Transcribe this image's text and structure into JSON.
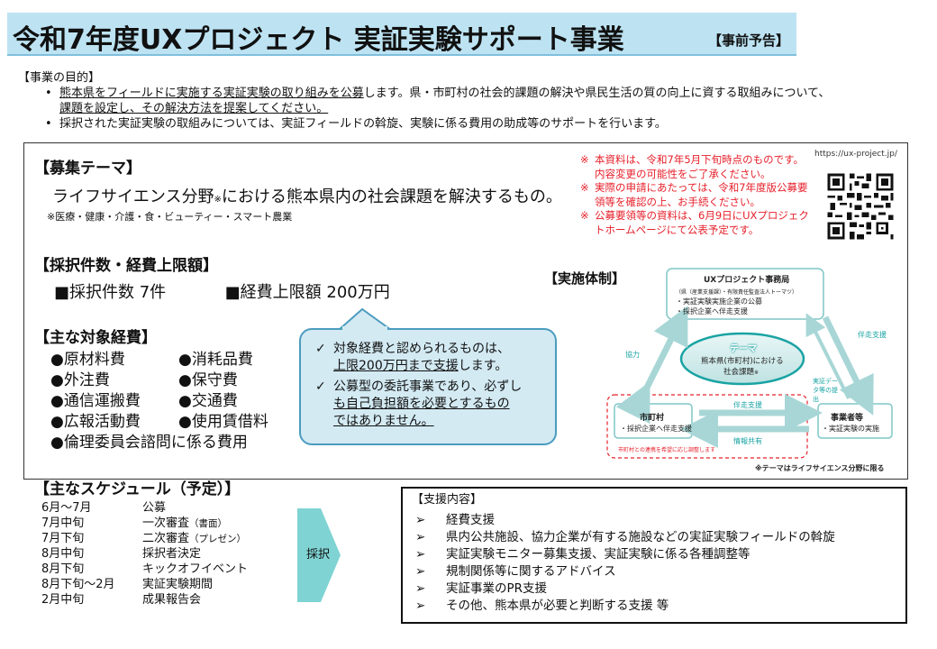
{
  "header": {
    "title": "令和7年度UXプロジェクト 実証実験サポート事業",
    "subtitle": "【事前予告】"
  },
  "purpose": {
    "heading": "【事業の目的】",
    "bullets": [
      {
        "underlined": "熊本県をフィールドに実施する実証実験の取り組みを公募",
        "plain": "します。県・市町村の社会的課題の解決や県民生活の質の向上に資する取組みについて、",
        "underlined2": "課題を設定し、その解決方法を提案してください。"
      },
      {
        "plain": "採択された実証実験の取組みについては、実証フィールドの斡旋、実験に係る費用の助成等のサポートを行います。"
      }
    ]
  },
  "theme": {
    "heading": "【募集テーマ】",
    "text_a": "ライフサイエンス分野",
    "mark": "※",
    "text_b": "における熊本県内の社会課題を解決するもの。",
    "note": "※医療・健康・介護・食・ビューティー・スマート農業"
  },
  "adoption": {
    "heading": "【採択件数・経費上限額】",
    "count": "■採択件数 7件",
    "limit": "■経費上限額 200万円"
  },
  "expenses": {
    "heading": "【主な対象経費】",
    "items": [
      "●原材料費",
      "●消耗品費",
      "●外注費",
      "●保守費",
      "●通信運搬費",
      "●交通費",
      "●広報活動費",
      "●使用賃借料",
      "●倫理委員会諮問に係る費用"
    ]
  },
  "callout": {
    "check": "✓",
    "item1_a": "対象経費と認められるものは、",
    "item1_b": "上限200万円まで支援",
    "item1_c": "します。",
    "item2_a": "公募型の委託事業であり、必ずし",
    "item2_b": "も自己負担額を必要とするもの",
    "item2_c": "ではありません。"
  },
  "notes": {
    "mark": "※",
    "items": [
      "本資料は、令和7年5月下旬時点のものです。内容変更の可能性をご了承ください。",
      "実際の申請にあたっては、令和7年度版公募要領等を確認の上、お手続ください。",
      "公募要領等の資料は、6月9日にUXプロジェクトホームページにて公表予定です。"
    ]
  },
  "qr": {
    "url": "https://ux-project.jp/"
  },
  "implementation": {
    "heading": "【実施体制】",
    "office_title": "UXプロジェクト事務局",
    "office_sub": "（県（産業支援課）・有限責任監査法人トーマツ）",
    "office_items": [
      "・実証実験実施企業の公募",
      "・採択企業へ伴走支援"
    ],
    "theme_title": "テーマ",
    "theme_line1": "熊本県(市町村)における",
    "theme_line2": "社会課題",
    "theme_mark": "※",
    "city_title": "市町村",
    "city_item": "・採択企業へ伴走支援",
    "biz_title": "事業者等",
    "biz_item": "・実証実験の実施",
    "label_cooperate": "協力",
    "label_support_right": "伴走支援",
    "label_data": "実証データ等の提出",
    "label_support_mid": "伴走支援",
    "label_info": "情報共有",
    "city_note": "市町村との連携を希望に応じ調整します",
    "footnote": "※テーマはライフサイエンス分野に限る"
  },
  "schedule": {
    "heading": "【主なスケジュール（予定）】",
    "rows": [
      {
        "date": "6月～7月",
        "event": "公募",
        "note": ""
      },
      {
        "date": "7月中旬",
        "event": "一次審査",
        "note": "（書面）"
      },
      {
        "date": "7月下旬",
        "event": "二次審査",
        "note": "（プレゼン）"
      },
      {
        "date": "8月中旬",
        "event": "採択者決定",
        "note": ""
      },
      {
        "date": "8月下旬",
        "event": "キックオフイベント",
        "note": ""
      },
      {
        "date": "8月下旬～2月",
        "event": "実証実験期間",
        "note": ""
      },
      {
        "date": "2月中旬",
        "event": "成果報告会",
        "note": ""
      }
    ],
    "arrow_label": "採択"
  },
  "support": {
    "heading": "【支援内容】",
    "marker": "➢",
    "items": [
      "経費支援",
      "県内公共施設、協力企業が有する施設などの実証実験フィールドの斡旋",
      "実証実験モニター募集支援、実証実験に係る各種調整等",
      "規制関係等に関するアドバイス",
      "実証事業のPR支援",
      "その他、熊本県が必要と判断する支援 等"
    ]
  },
  "colors": {
    "title_bg": "#bde3f3",
    "callout_bg": "#d3eaf3",
    "note_red": "#e6202b",
    "teal": "#1aa3a3"
  }
}
